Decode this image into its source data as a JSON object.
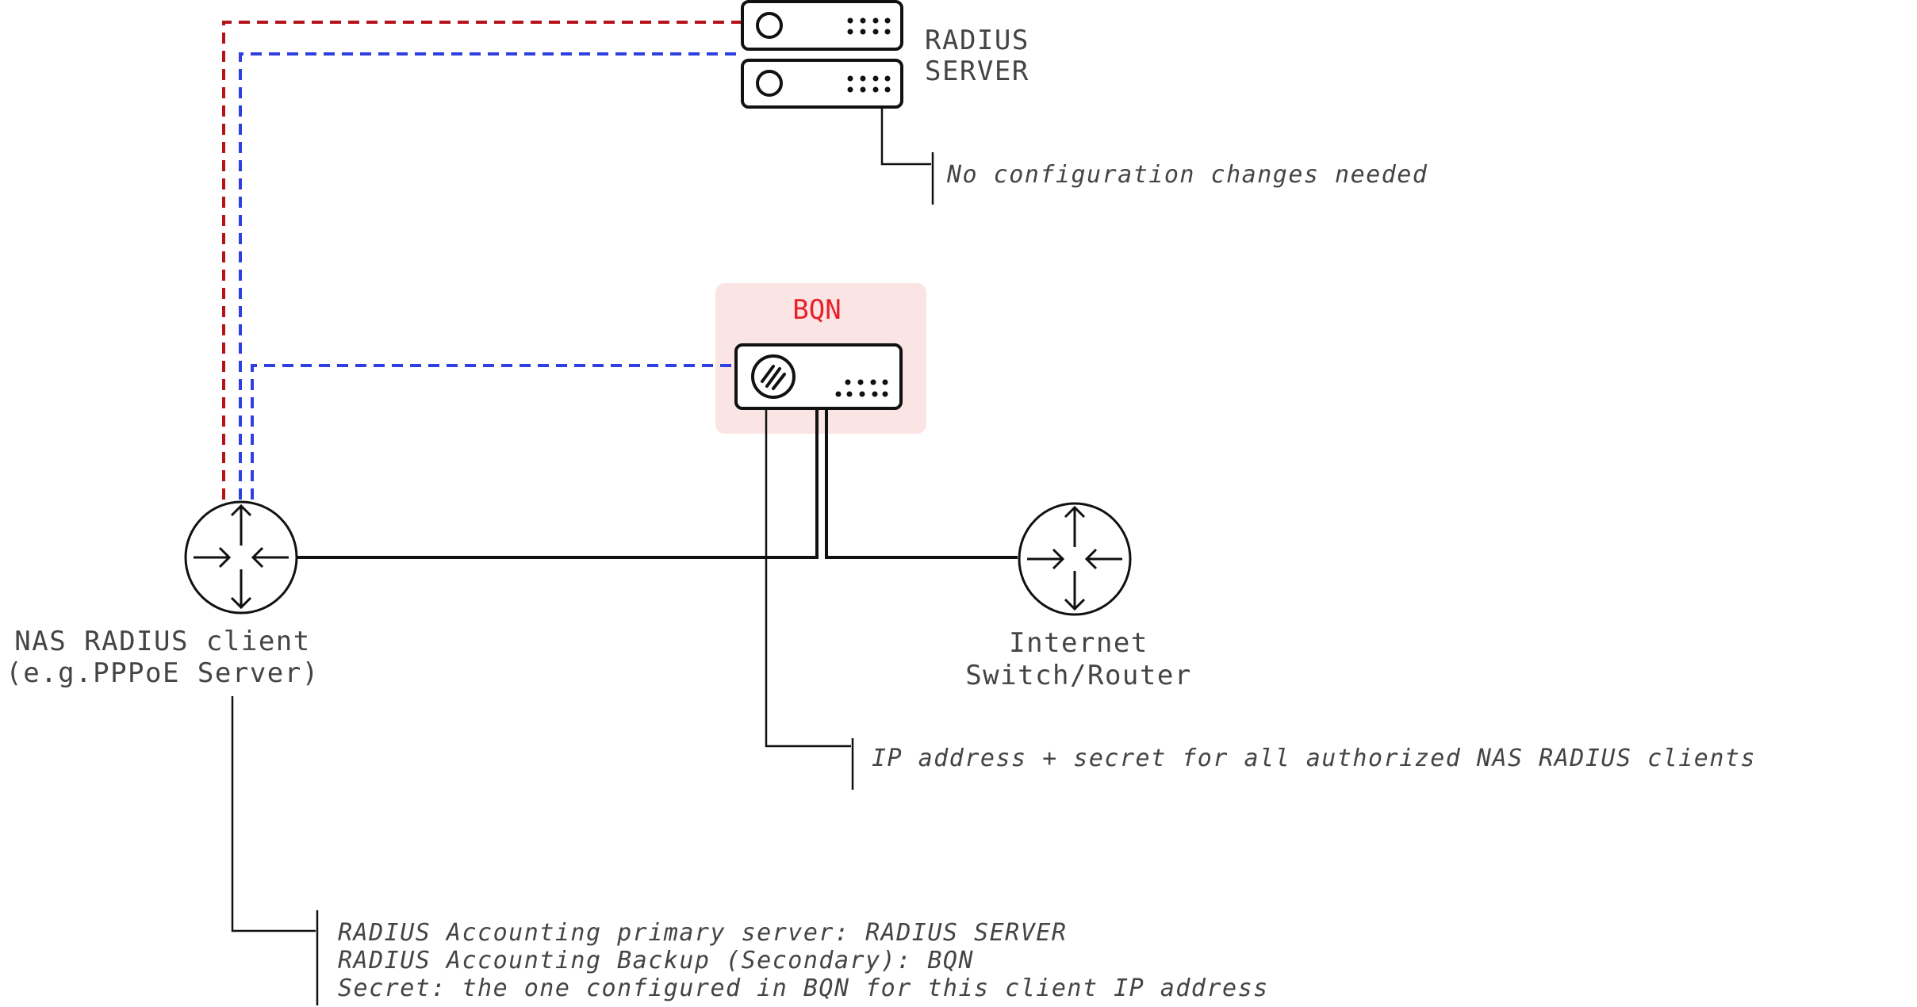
{
  "colors": {
    "accounting_link": "#b5121b",
    "auth_link": "#2f3fe0",
    "bqn_highlight": "#fbe4e4",
    "bqn_label": "#e8202a",
    "line": "#111111",
    "text": "#444444"
  },
  "nodes": {
    "radius_server": {
      "label_line1": "RADIUS",
      "label_line2": "SERVER",
      "icon": "server-stack-icon"
    },
    "bqn": {
      "label": "BQN",
      "icon": "bqn-appliance-icon"
    },
    "nas_client": {
      "label_line1": "NAS RADIUS client",
      "label_line2": "(e.g.PPPoE Server)",
      "icon": "router-icon"
    },
    "internet_router": {
      "label_line1": "Internet",
      "label_line2": "Switch/Router",
      "icon": "router-icon"
    }
  },
  "notes": {
    "radius_server_note": "No configuration changes needed",
    "bqn_note": "IP address + secret for all authorized NAS RADIUS clients",
    "nas_note": [
      "RADIUS Accounting primary server: RADIUS SERVER",
      "RADIUS Accounting Backup (Secondary): BQN",
      "Secret: the one configured in BQN for this client IP address"
    ]
  }
}
